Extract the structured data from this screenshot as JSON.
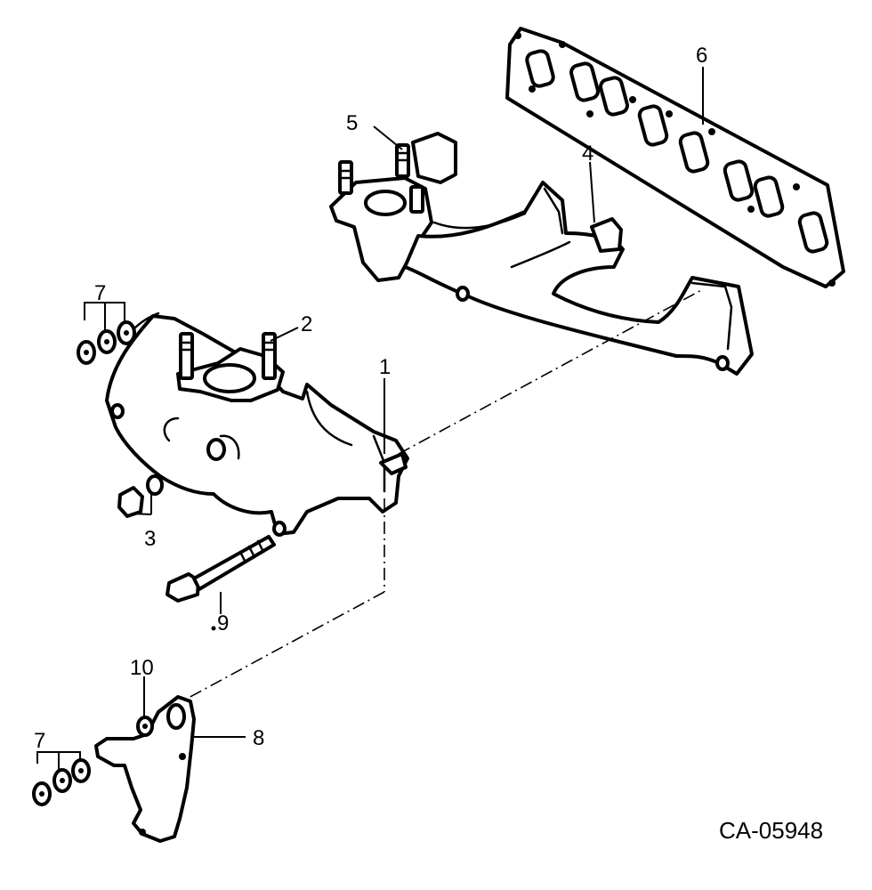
{
  "diagram": {
    "drawing_code": "CA-05948",
    "callouts": {
      "c1": "1",
      "c2": "2",
      "c3": "3",
      "c4": "4",
      "c5": "5",
      "c6": "6",
      "c7a": "7",
      "c7b": "7",
      "c8": "8",
      "c9": "9",
      "c10": "10"
    }
  }
}
